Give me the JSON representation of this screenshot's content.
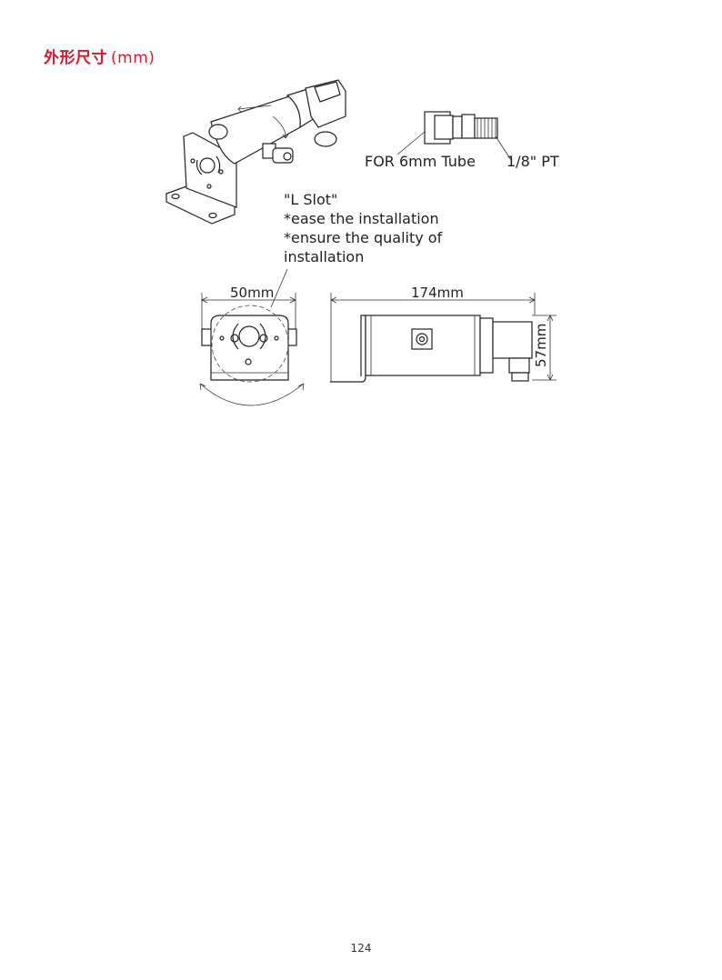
{
  "heading": {
    "title": "外形尺寸",
    "unit": "(mm)"
  },
  "drawing": {
    "fitting_label": "FOR 6mm Tube",
    "thread_label": "1/8\" PT",
    "note_lines": [
      "\"L Slot\"",
      "*ease the installation",
      "*ensure the quality of",
      "installation"
    ],
    "width_dim": "50mm",
    "length_dim": "174mm",
    "height_dim": "57mm"
  },
  "footer": {
    "page_number": "124"
  }
}
